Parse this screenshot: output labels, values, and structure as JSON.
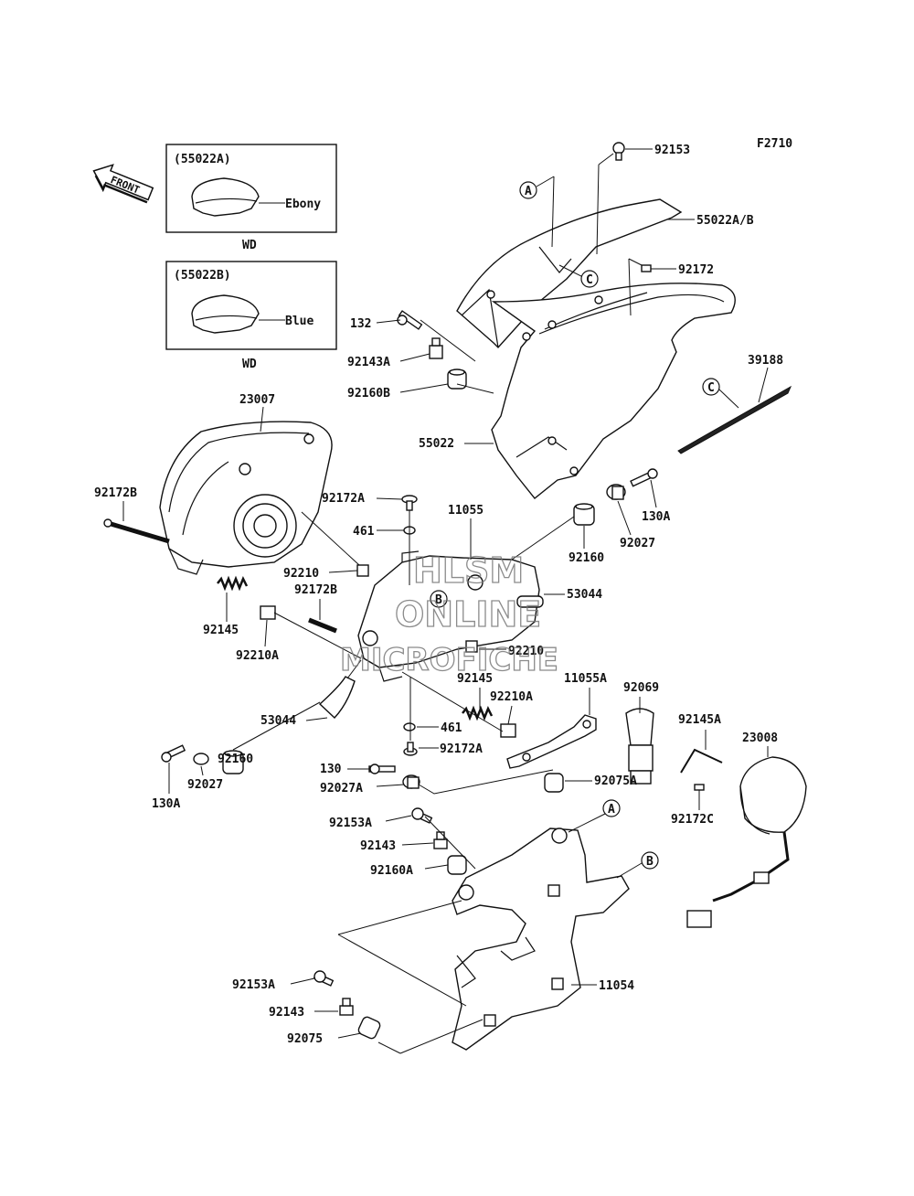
{
  "figure_code": "F2710",
  "front_arrow_label": "FRONT",
  "variants": [
    {
      "code": "(55022A)",
      "color": "Ebony",
      "note": "WD"
    },
    {
      "code": "(55022B)",
      "color": "Blue",
      "note": "WD"
    }
  ],
  "watermark": {
    "line1": "HLSM",
    "line2": "ONLINE",
    "line3": "MICROFICHE"
  },
  "callouts": {
    "a": "A",
    "b": "B",
    "c": "C"
  },
  "parts": {
    "p92153": "92153",
    "p55022ab": "55022A/B",
    "p92172": "92172",
    "p39188": "39188",
    "p132": "132",
    "p92143a": "92143A",
    "p92160b": "92160B",
    "p55022": "55022",
    "p23007": "23007",
    "p92172b_top": "92172B",
    "p92172a_top": "92172A",
    "p11055": "11055",
    "p461_top": "461",
    "p92210_top": "92210",
    "p92172b_mid": "92172B",
    "p92160_right": "92160",
    "p92027_right": "92027",
    "p130a_right": "130A",
    "p53044_right": "53044",
    "p92145_left": "92145",
    "p92210a_left": "92210A",
    "p92210_mid": "92210",
    "p92145_mid": "92145",
    "p11055a": "11055A",
    "p92069": "92069",
    "p92210a_mid": "92210A",
    "p53044_left": "53044",
    "p461_mid": "461",
    "p92172a_mid": "92172A",
    "p92145a": "92145A",
    "p23008": "23008",
    "p92160_left": "92160",
    "p92027_left": "92027",
    "p130a_left": "130A",
    "p130": "130",
    "p92027a": "92027A",
    "p92075a": "92075A",
    "p92172c": "92172C",
    "p92153a_top": "92153A",
    "p92143_top": "92143",
    "p92160a": "92160A",
    "p11054": "11054",
    "p92153a_bot": "92153A",
    "p92143_bot": "92143",
    "p92075": "92075"
  }
}
